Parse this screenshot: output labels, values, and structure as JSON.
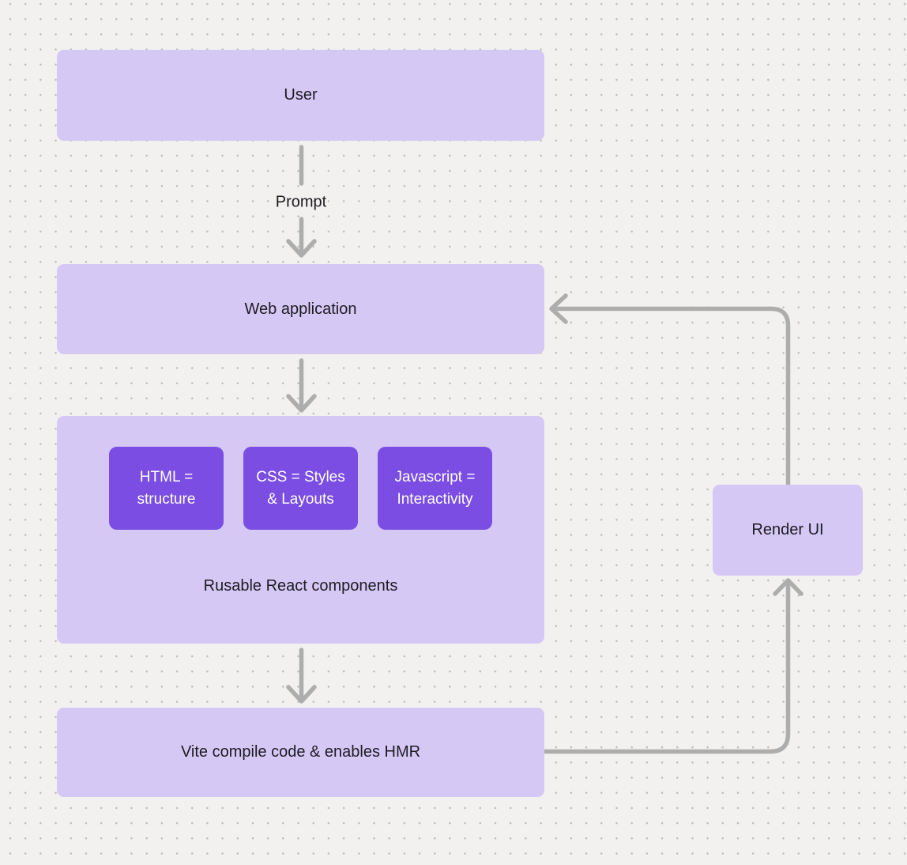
{
  "diagram": {
    "nodes": {
      "user": {
        "label": "User"
      },
      "web_application": {
        "label": "Web application"
      },
      "components": {
        "caption": "Rusable React components",
        "children": [
          {
            "label": "HTML = structure"
          },
          {
            "label": "CSS = Styles & Layouts"
          },
          {
            "label": "Javascript = Interactivity"
          }
        ]
      },
      "vite": {
        "label": "Vite compile code & enables HMR"
      },
      "render_ui": {
        "label": "Render UI"
      }
    },
    "edge_labels": {
      "prompt": "Prompt"
    },
    "colors": {
      "background": "#f2f1ef",
      "grid_dot": "#bfbebc",
      "node_fill": "#d6c8f5",
      "component_fill": "#7b4de3",
      "component_text": "#ffffff",
      "connector": "#adadad",
      "text": "#1d1c22"
    }
  }
}
